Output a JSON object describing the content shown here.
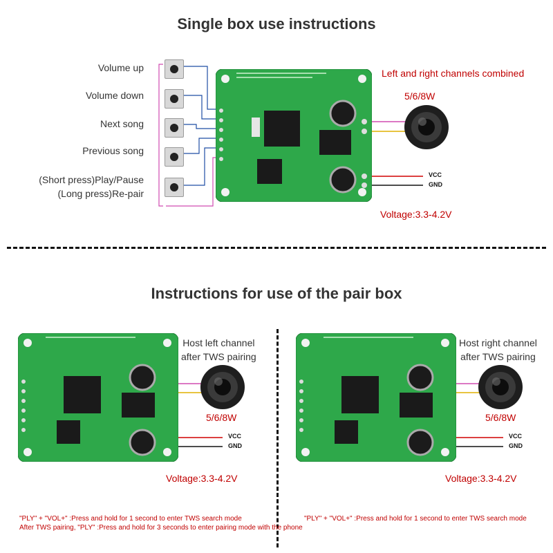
{
  "single": {
    "title": "Single box use instructions",
    "buttons": [
      {
        "label": "Volume up"
      },
      {
        "label": "Volume down"
      },
      {
        "label": "Next song"
      },
      {
        "label": "Previous song"
      },
      {
        "label": "(Short press)Play/Pause\n(Long press)Re-pair"
      }
    ],
    "channels_label": "Left and right channels combined",
    "speaker_power": "5/6/8W",
    "vcc": "VCC",
    "gnd": "GND",
    "voltage": "Voltage:3.3-4.2V"
  },
  "pair": {
    "title": "Instructions for use of the pair box",
    "left": {
      "channel_label": "Host left channel\nafter TWS pairing",
      "speaker_power": "5/6/8W",
      "vcc": "VCC",
      "gnd": "GND",
      "voltage": "Voltage:3.3-4.2V",
      "note_1": "\"PLY\" + \"VOL+\" :Press and hold for 1 second to enter TWS search mode",
      "note_2": "After TWS pairing, \"PLY\" :Press and hold for 3 seconds to enter pairing mode with the phone"
    },
    "right": {
      "channel_label": "Host right channel\nafter TWS pairing",
      "speaker_power": "5/6/8W",
      "vcc": "VCC",
      "gnd": "GND",
      "voltage": "Voltage:3.3-4.2V",
      "note_1": "\"PLY\" + \"VOL+\" :Press and hold for 1 second to enter TWS search mode"
    }
  },
  "colors": {
    "pcb": "#2ea84a",
    "title_text": "#333333",
    "accent_red": "#c00000",
    "wire_blue": "#1f4ea3",
    "wire_pink": "#d04bb0",
    "wire_yellow": "#e0b000",
    "wire_red": "#d00000"
  }
}
